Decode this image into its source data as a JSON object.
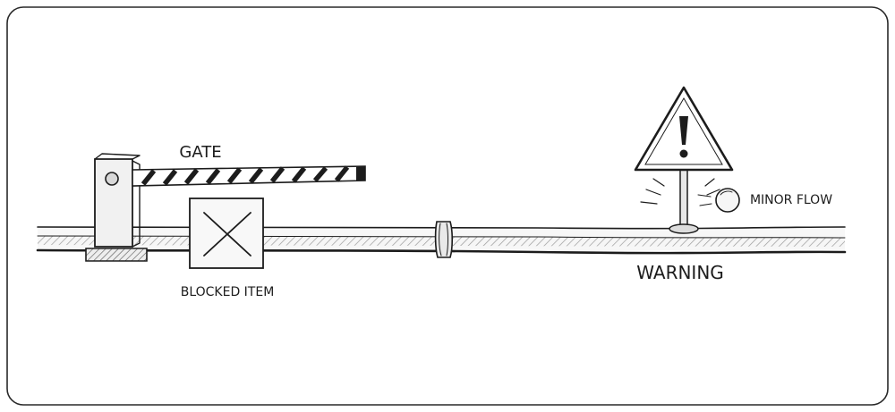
{
  "labels": {
    "gate": "GATE",
    "blocked_item": "BLOCKED ITEM",
    "warning": "WARNING",
    "minor_flow": "MINOR FLOW"
  },
  "colors": {
    "ink": "#1c1c1c",
    "paper": "#ffffff",
    "pipe_fill": "#f4f4f4",
    "hatch": "#9a9a9a",
    "border": "#2a2a2a"
  },
  "icons": {
    "gate": "boom-barrier-icon",
    "blocked_item": "x-box-icon",
    "warning": "warning-triangle-icon",
    "minor_flow": "circle-icon",
    "pipe_joint": "coupling-icon"
  }
}
